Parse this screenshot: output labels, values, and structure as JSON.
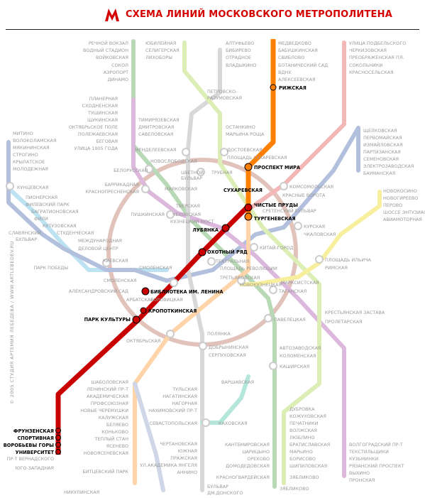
{
  "header": {
    "title": "СХЕМА ЛИНИЙ МОСКОВСКОГО МЕТРОПОЛИТЕНА",
    "logo": "metro-m-logo"
  },
  "copyright": "© 2005 СТУДИЯ АРТЕМИЯ ЛЕБЕДЕВА / WWW.ARTLEBEDEV.RU",
  "colors": {
    "red": "#c80000",
    "orange": "#ff8000",
    "red_faded": "#f2b8b8",
    "green_faded": "#b8d9b5",
    "blue_faded": "#b3c0dd",
    "lightblue_faded": "#bde3f2",
    "orange_faded": "#ffd4a8",
    "violet_faded": "#dbb8dc",
    "yellow_faded": "#f8ef9e",
    "grey_faded": "#d8d8d8",
    "lime_faded": "#dceeb6",
    "ring_faded": "#e2c3bb",
    "tealgreen_faded": "#b5e6da",
    "text_faded": "#9a9a9a",
    "text_active": "#000000"
  },
  "stations": {
    "rechnoy": "РЕЧНОЙ ВОКЗАЛ",
    "vodny": "ВОДНЫЙ СТАДИОН",
    "voykovskaya": "ВОЙКОВСКАЯ",
    "sokol": "СОКОЛ",
    "aeroport": "АЭРОПОРТ",
    "dinamo": "ДИНАМО",
    "belorusskaya": "БЕЛОРУССКАЯ",
    "mayakovskaya": "МАЯКОВСКАЯ",
    "tverskaya": "ТВЕРСКАЯ",
    "teatralnaya": "ТЕАТРАЛЬНАЯ",
    "novokuznetskaya": "НОВОКУЗНЕЦКАЯ",
    "paveletskaya": "ПАВЕЛЕЦКАЯ",
    "avtozavodskaya": "АВТОЗАВОДСКАЯ",
    "kolomenskaya": "КОЛОМЕНСКАЯ",
    "kashirskaya": "КАШИРСКАЯ",
    "kantemirovskaya": "КАНТЕМИРОВСКАЯ",
    "tsaritsyno": "ЦАРИЦЫНО",
    "orekhovo": "ОРЕХОВО",
    "domodedovskaya": "ДОМОДЕДОВСКАЯ",
    "krasnogvardeyskaya": "КРАСНОГВАРДЕЙСКАЯ",
    "yubileynaya": "ЮБИЛЕЙНАЯ",
    "seligerskaya": "СЕЛИГЕРСКАЯ",
    "likhobory": "ЛИХОБОРЫ",
    "altufyevo": "АЛТУФЬЕВО",
    "bibirevo": "БИБИРЕВО",
    "otradnoe": "ОТРАДНОЕ",
    "vladykino": "ВЛАДЫКИНО",
    "petrovsko": "ПЕТРОВСКО-",
    "razumovskaya": "РАЗУМОВСКАЯ",
    "timiryazevskaya": "ТИМИРЯЗЕВСКАЯ",
    "dmitrovskaya": "ДМИТРОВСКАЯ",
    "savelovskaya": "САВЕЛОВСКАЯ",
    "mendeleevskaya": "МЕНДЕЛЕЕВСКАЯ",
    "tsvetnoy1": "ЦВЕТНОЙ",
    "tsvetnoy2": "БУЛЬВАР",
    "chekhovskaya": "ЧЕХОВСКАЯ",
    "borovitskaya": "БОРОВИЦКАЯ",
    "polyanka": "ПОЛЯНКА",
    "serpukhovskaya": "СЕРПУХОВСКАЯ",
    "tulskaya": "ТУЛЬСКАЯ",
    "nagatinskaya": "НАГАТИНСКАЯ",
    "nagornaya": "НАГОРНАЯ",
    "nakhimovsky": "НАХИМОВСКИЙ ПР-Т",
    "sevastopolskaya": "СЕВАСТОПОЛЬСКАЯ",
    "chertanovskaya": "ЧЕРТАНОВСКАЯ",
    "yuzhnaya": "ЮЖНАЯ",
    "prazhskaya": "ПРАЖСКАЯ",
    "ulakademika": "УЛ.АКАДЕМИКА ЯНГЕЛЯ",
    "annino": "АННИНО",
    "bulvar1": "БУЛЬВАР",
    "bulvar2": "ДМ.ДОНСКОГО",
    "ostankino": "ОСТАНКИНО",
    "maryina": "МАРЬИНА РОЩА",
    "dostoevskaya": "ДОСТОЕВСКАЯ",
    "trubnaya": "ТРУБНАЯ",
    "sretensky": "СРЕТЕНСКИЙ БУЛЬВАР",
    "chkalovskaya": "ЧКАЛОВСКАЯ",
    "rimskaya": "РИМСКАЯ",
    "krestyanskaya": "КРЕСТЬЯНСКАЯ ЗАСТАВА",
    "dubrovka": "ДУБРОВКА",
    "kozhukhovskaya": "КОЖУХОВСКАЯ",
    "pechatniki": "ПЕЧАТНИКИ",
    "volzhskaya": "ВОЛЖСКАЯ",
    "lyublino": "ЛЮБЛИНО",
    "bratislavskaya": "БРАТИСЛАВСКАЯ",
    "maryino": "МАРЬИНО",
    "borisovo": "БОРИСОВО",
    "shipilovskaya": "ШИПИЛОВСКАЯ",
    "zyablikovo": "ЗЯБЛИКОВО",
    "medvedkovo": "МЕДВЕДКОВО",
    "babushkinskaya": "БАБУШКИНСКАЯ",
    "sviblovo": "СВИБЛОВО",
    "botanichesky": "БОТАНИЧЕСКИЙ САД",
    "vdnkh": "ВДНХ",
    "alekseevskaya": "АЛЕКСЕЕВСКАЯ",
    "rizhskaya": "РИЖСКАЯ",
    "prospekt_mira": "ПРОСПЕКТ МИРА",
    "sukharevskaya": "СУХАРЕВСКАЯ",
    "turgenevskaya": "ТУРГЕНЕВСКАЯ",
    "kitay_gorod": "КИТАЙ-ГОРОД",
    "tretyakovskaya": "ТРЕТЬЯКОВСКАЯ",
    "oktyabrskaya": "ОКТЯБРЬСКАЯ",
    "shabolovskaya": "ШАБОЛОВСКАЯ",
    "leninsky": "ЛЕНИНСКИЙ ПР-Т",
    "akademicheskaya": "АКАДЕМИЧЕСКАЯ",
    "profsoyuznaya": "ПРОФСОЮЗНАЯ",
    "novye_cheremushki": "НОВЫЕ ЧЕРЕМУШКИ",
    "kaluzhskaya": "КАЛУЖСКАЯ",
    "belyaevo": "БЕЛЯЕВО",
    "konkovo": "КОНЬКОВО",
    "tyoply_stan": "ТЕПЛЫЙ СТАН",
    "yasenevo": "ЯСЕНЕВО",
    "bitsevsky": "БИТЦЕВСКИЙ ПАРК",
    "novoyasenevskaya": "НОВОЯСЕНЕВСКАЯ",
    "ulitsa_podbelskogo": "УЛИЦА ПОДБЕЛЬСКОГО",
    "cherkizovskaya": "ЧЕРКИЗОВСКАЯ",
    "preobrazhenskaya": "ПРЕОБРАЖЕНСКАЯ ПЛ.",
    "sokolniki": "СОКОЛЬНИКИ",
    "krasnoselskaya": "КРАСНОСЕЛЬСКАЯ",
    "komsomolskaya": "КОМСОМОЛЬСКАЯ",
    "krasnye_vorota": "КРАСНЫЕ ВОРОТА",
    "chistye_prudy": "ЧИСТЫЕ ПРУДЫ",
    "lubyanka": "ЛУБЯНКА",
    "okhotny_ryad": "ОХОТНЫЙ РЯД",
    "biblioteka": "БИБЛИОТЕКА ИМ. ЛЕНИНА",
    "kropotkinskaya": "КРОПОТКИНСКАЯ",
    "park_kultury": "ПАРК КУЛЬТУРЫ",
    "frunzenskaya": "ФРУНЗЕНСКАЯ",
    "sportivnaya": "СПОРТИВНАЯ",
    "vorobyovy": "ВОРОБЬЕВЫ ГОРЫ",
    "universitet": "УНИВЕРСИТЕТ",
    "pr_vernadskogo": "ПР-Т ВЕРНАДСКОГО",
    "yugo_zapadnaya": "ЮГО-ЗАПАДНАЯ",
    "nikulinskaya": "НИКУЛИНСКАЯ",
    "shchelkovskaya": "ЩЕЛКОВСКАЯ",
    "pervomayskaya": "ПЕРВОМАЙСКАЯ",
    "izmaylovskaya": "ИЗМАЙЛОВСКАЯ",
    "partizanskaya": "ПАРТИЗАНСКАЯ",
    "semenovskaya": "СЕМЕНОВСКАЯ",
    "elektrozavodskaya": "ЭЛЕКТРОЗАВОДСКАЯ",
    "baumanskaya": "БАУМАНСКАЯ",
    "kurskaya": "КУРСКАЯ",
    "pl_revolyutsii": "ПЛОЩАДЬ РЕВОЛЮЦИИ",
    "arbatskaya": "АРБАТСКАЯ",
    "smolenskaya": "СМОЛЕНСКАЯ",
    "kievskaya": "КИЕВСКАЯ",
    "park_pobedy": "ПАРК ПОБЕДЫ",
    "slavyansky1": "СЛАВЯНСКИЙ",
    "slavyansky2": "БУЛЬВАР",
    "kuntsevskaya": "КУНЦЕВСКАЯ",
    "molodezhnaya": "МОЛОДЕЖНАЯ",
    "krylatskoe": "КРЫЛАТСКОЕ",
    "strogino": "СТРОГИНО",
    "myakininskaya": "МЯКИНИНСКАЯ",
    "volokolamskaya": "ВОЛОКОЛАМСКАЯ",
    "mitino": "МИТИНО",
    "pionerskaya": "ПИОНЕРСКАЯ",
    "filevsky": "ФИЛЕВСКИЙ ПАРК",
    "bagrationovskaya": "БАГРАТИОНОВСКАЯ",
    "fili": "ФИЛИ",
    "kutuzovskaya": "КУТУЗОВСКАЯ",
    "studencheskaya": "СТУДЕНЧЕСКАЯ",
    "mezhdunarodnaya": "МЕЖДУНАРОДНАЯ",
    "delovoy": "ДЕЛОВОЙ ЦЕНТР",
    "aleksandrovsky": "АЛЕКСАНДРОВСКИЙ САД",
    "planernaya": "ПЛАНЕРНАЯ",
    "skhodnenskaya": "СХОДНЕНСКАЯ",
    "tushinskaya": "ТУШИНСКАЯ",
    "shchukinskaya": "ЩУКИНСКАЯ",
    "oktyabrskoe_pole": "ОКТЯБРЬСКОЕ ПОЛЕ",
    "polezhaevskaya": "ПОЛЕЖАЕВСКАЯ",
    "begovaya": "БЕГОВАЯ",
    "ulitsa_1905": "УЛИЦА 1905 ГОДА",
    "barrikadnaya": "БАРРИКАДНАЯ",
    "krasnopresnenskaya": "КРАСНОПРЕСНЕНСКАЯ",
    "pushkinskaya": "ПУШКИНСКАЯ",
    "kuznetsky": "КУЗНЕЦКИЙ МОСТ",
    "taganskaya": "ТАГАНСКАЯ",
    "marksistskaya": "МАРКСИСТСКАЯ",
    "proletarskaya": "ПРОЛЕТАРСКАЯ",
    "ploshchad_ilyicha": "ПЛОЩАДЬ ИЛЬИЧА",
    "aviamotornaya": "АВИАМОТОРНАЯ",
    "shosse": "ШОССЕ ЭНТУЗИАСТОВ",
    "perovo": "ПЕРОВО",
    "novogireevo": "НОВОГИРЕЕВО",
    "novokosino": "НОВОКОСИНО",
    "volgogradsky": "ВОЛГОГРАДСКИЙ ПР-Т",
    "tekstilshchiki": "ТЕКСТИЛЬЩИКИ",
    "kuzminki": "КУЗЬМИНКИ",
    "ryazansky": "РЯЗАНСКИЙ ПРОСПЕКТ",
    "vykhino": "ВЫХИНО",
    "pronskaya": "ПРОНСКАЯ",
    "dobryninskaya": "ДОБРЫНИНСКАЯ",
    "varshavskaya": "ВАРШАВСКАЯ",
    "kakhovskaya": "КАХОВСКАЯ",
    "novoslobodskaya": "НОВОСЛОБОДСКАЯ",
    "ploshchad_sukh": "ПЛОЩАДЬ СУХАРЕВСКАЯ"
  }
}
